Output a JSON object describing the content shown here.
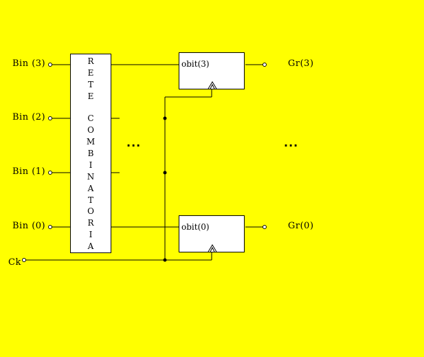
{
  "inputs": {
    "bin3": "Bin (3)",
    "bin2": "Bin (2)",
    "bin1": "Bin (1)",
    "bin0": "Bin (0)",
    "ck": "Ck"
  },
  "network": {
    "letters": [
      "R",
      "E",
      "T",
      "E",
      "",
      "C",
      "O",
      "M",
      "B",
      "I",
      "N",
      "A",
      "T",
      "O",
      "R",
      "I",
      "A"
    ]
  },
  "registers": {
    "top": "obit(3)",
    "bottom": "obit(0)"
  },
  "outputs": {
    "gr3": "Gr(3)",
    "gr0": "Gr(0)"
  },
  "ellipsis": {
    "middle": "...",
    "right": "..."
  }
}
